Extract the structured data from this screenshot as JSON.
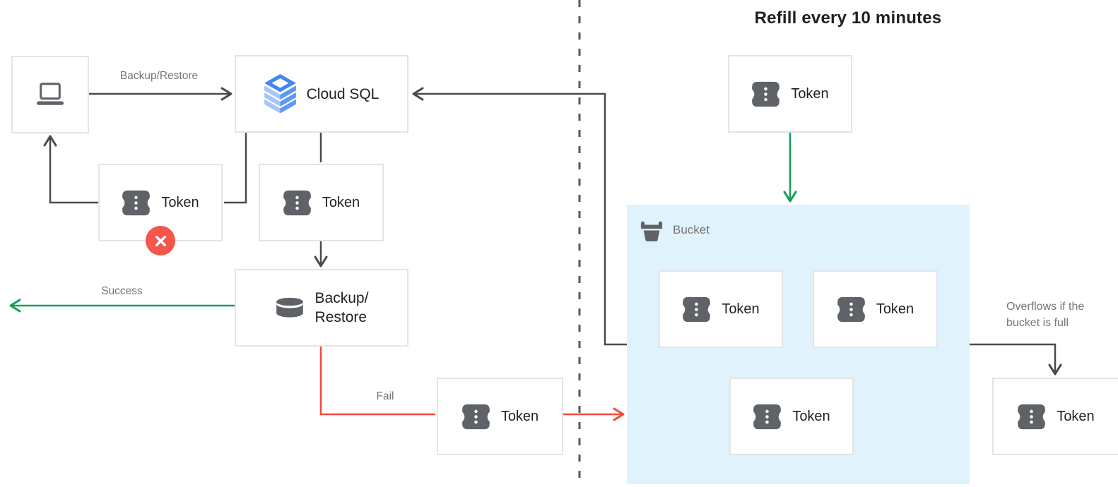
{
  "title": "Refill every 10 minutes",
  "labels": {
    "token": "Token",
    "cloud_sql": "Cloud SQL",
    "backup_restore_edge": "Backup/Restore",
    "backup_restore_line1": "Backup/",
    "backup_restore_line2": "Restore",
    "success": "Success",
    "fail": "Fail",
    "bucket": "Bucket",
    "overflow_line1": "Overflows if the",
    "overflow_line2": "bucket is full"
  },
  "icons": {
    "client": "laptop-icon",
    "cloud_sql": "cloud-sql-stack-icon",
    "token": "token-ticket-icon",
    "backup_restore": "database-cylinder-icon",
    "bucket": "bucket-basket-icon",
    "denied": "error-x-circle-icon"
  },
  "colors": {
    "arrow_gray": "#4a4a4a",
    "divider_gray": "#575757",
    "success_green": "#119e58",
    "fail_red": "#f4493d",
    "error_badge": "#f4564b",
    "bucket_bg": "#e0f2fc",
    "box_border": "#e4e4e4",
    "icon_gray": "#5f6368",
    "label_gray": "#767676",
    "text_dark": "#212121",
    "cloud_sql_blue": "#4285f4",
    "cloud_sql_blue_mid": "#5e97f5",
    "cloud_sql_blue_light": "#a6c5fa"
  }
}
